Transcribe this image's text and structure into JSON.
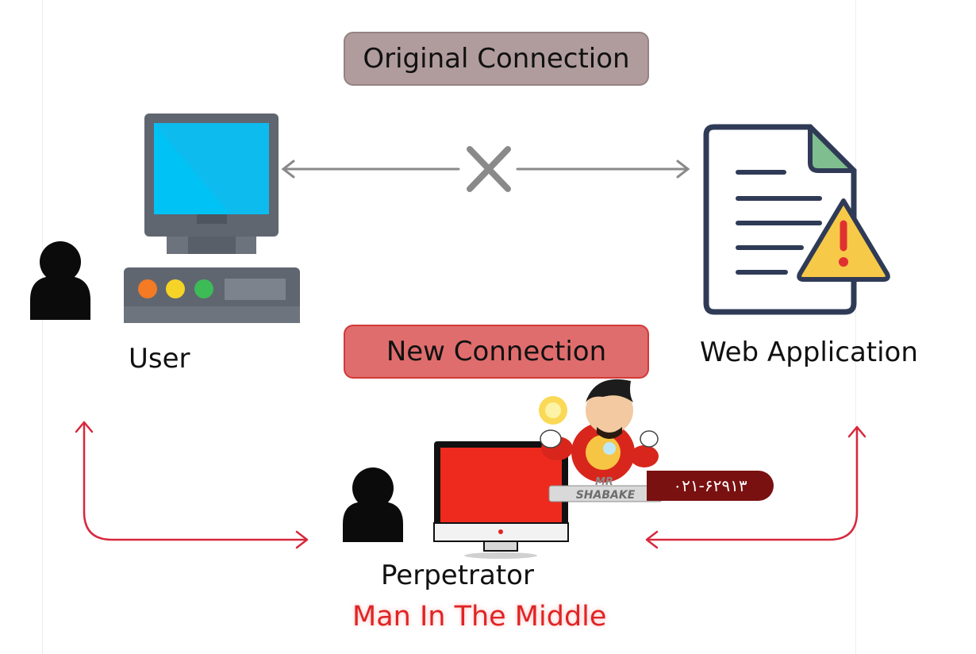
{
  "pills": {
    "original": "Original Connection",
    "new": "New Connection"
  },
  "labels": {
    "user": "User",
    "web_application": "Web Application",
    "perpetrator": "Perpetrator",
    "mitm": "Man In The Middle"
  },
  "watermark": {
    "logo_text": "MR SHABAKE",
    "phone": "۰۲۱-۶۲۹۱۳"
  },
  "icons": {
    "user": "person-icon",
    "computer": "desktop-computer-icon",
    "web_application": "document-warning-icon",
    "perpetrator": "person-icon",
    "perpetrator_computer": "monitor-icon",
    "connection_broken": "x-mark-icon",
    "mascot": "cartoon-mascot-icon"
  },
  "colors": {
    "original_pill": "#b09c9c",
    "new_pill": "#df6d6d",
    "mitm_text": "#e02424",
    "arrow_gray": "#8a8a8a",
    "arrow_red": "#d7283c",
    "monitor_screen": "#00c2f5",
    "perp_screen": "#ee2a1e",
    "badge": "#7a1111"
  }
}
